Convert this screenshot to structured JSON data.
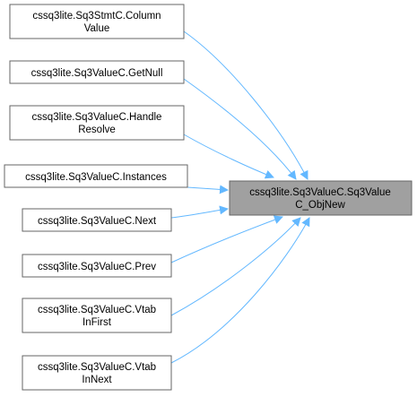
{
  "target": {
    "lines": [
      "cssq3lite.Sq3ValueC.Sq3Value",
      "C_ObjNew"
    ]
  },
  "callers": [
    {
      "id": "column-value",
      "lines": [
        "cssq3lite.Sq3StmtC.Column",
        "Value"
      ]
    },
    {
      "id": "get-null",
      "lines": [
        "cssq3lite.Sq3ValueC.GetNull"
      ]
    },
    {
      "id": "handle-resolve",
      "lines": [
        "cssq3lite.Sq3ValueC.Handle",
        "Resolve"
      ]
    },
    {
      "id": "instances",
      "lines": [
        "cssq3lite.Sq3ValueC.Instances"
      ]
    },
    {
      "id": "next",
      "lines": [
        "cssq3lite.Sq3ValueC.Next"
      ]
    },
    {
      "id": "prev",
      "lines": [
        "cssq3lite.Sq3ValueC.Prev"
      ]
    },
    {
      "id": "vtab-in-first",
      "lines": [
        "cssq3lite.Sq3ValueC.Vtab",
        "InFirst"
      ]
    },
    {
      "id": "vtab-in-next",
      "lines": [
        "cssq3lite.Sq3ValueC.Vtab",
        "InNext"
      ]
    }
  ],
  "colors": {
    "target_fill": "#a0a0a0",
    "target_border": "#666666",
    "node_fill": "#ffffff",
    "node_border": "#666666",
    "edge": "#63b8ff"
  }
}
